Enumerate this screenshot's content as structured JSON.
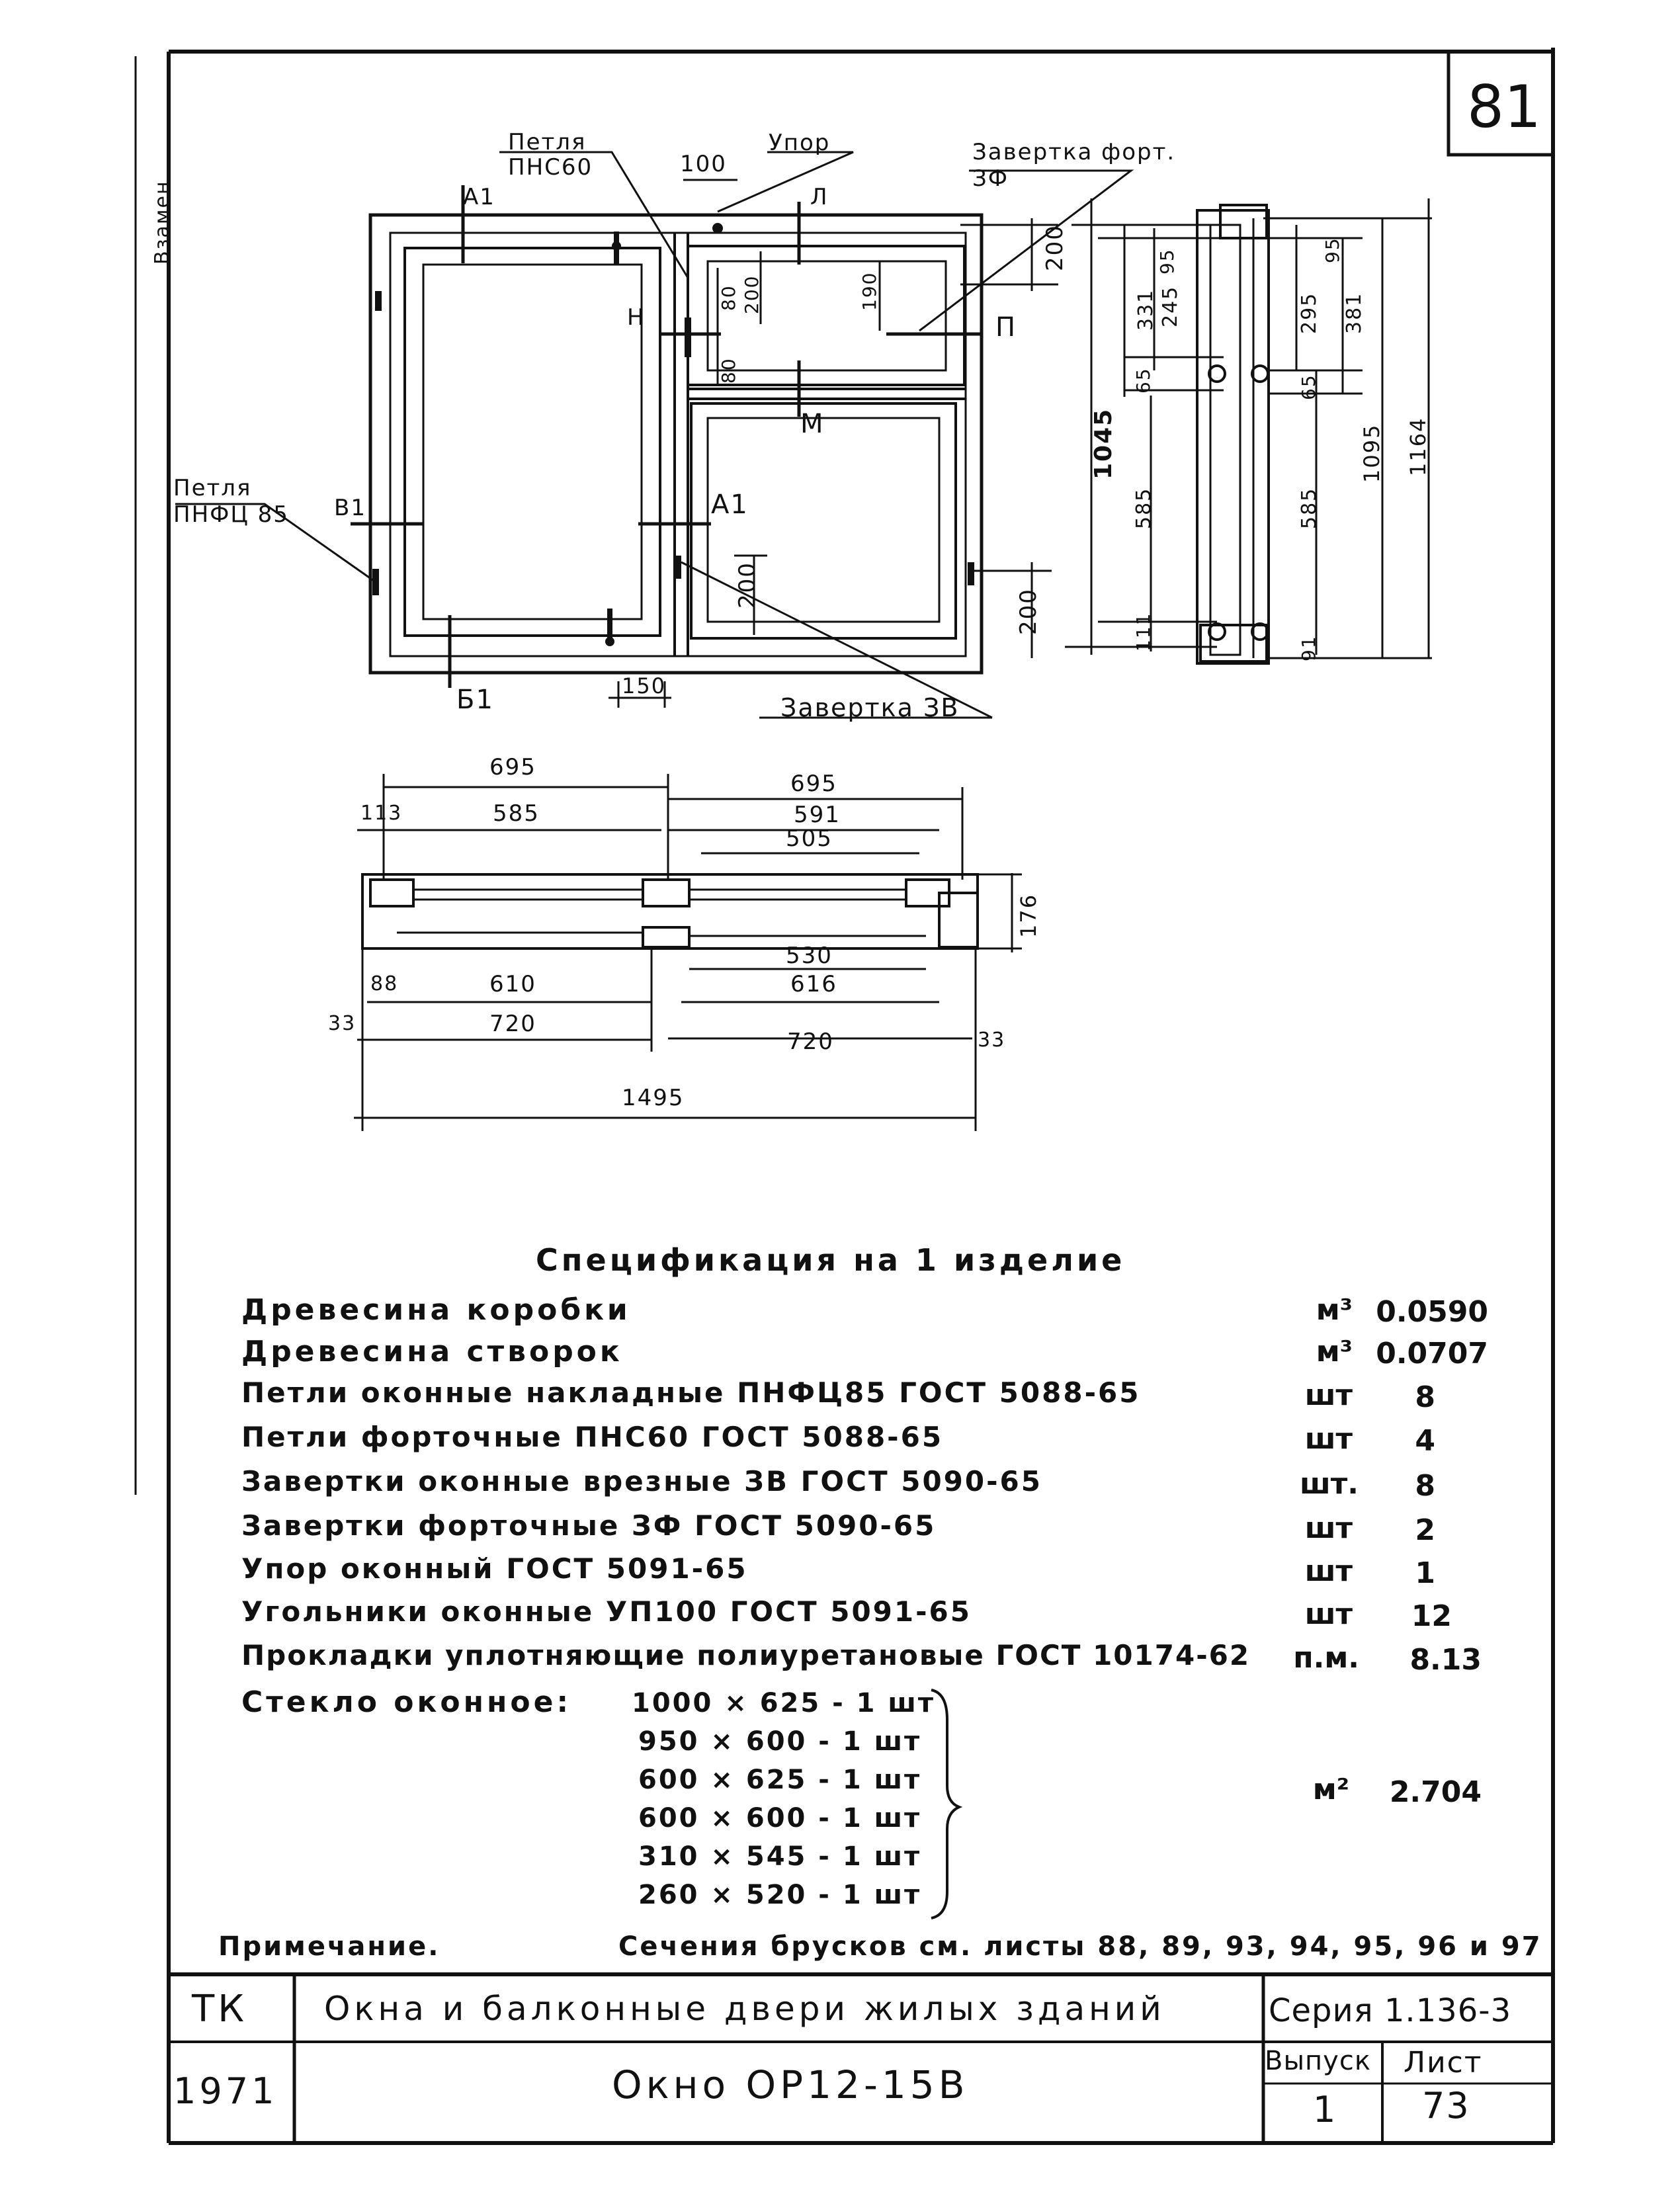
{
  "sheet_number": "81",
  "margin_note": "Взамен",
  "drawing": {
    "labels": {
      "hinge_pns": "Петля ПНС60",
      "stop": "Упор",
      "vent_latch": "Завертка форт. ЗФ",
      "hinge_pnfc": "Петля ПНФЦ 85",
      "latch_zv": "Завертка ЗВ",
      "a1_top": "А1",
      "a1_mid": "А1",
      "b1_left": "В1",
      "b1_bottom": "Б1",
      "l_mark": "Л",
      "n_mark": "Н",
      "p_mark": "П",
      "m_mark": "М"
    },
    "front_dims": [
      "100",
      "200",
      "80",
      "200",
      "190",
      "80",
      "200",
      "200",
      "150"
    ],
    "section_dims": [
      "331",
      "245",
      "95",
      "65",
      "1045",
      "585",
      "111",
      "95",
      "295",
      "381",
      "65",
      "1095",
      "1164",
      "585",
      "91"
    ],
    "plan_dims": [
      "695",
      "695",
      "113",
      "585",
      "591",
      "505",
      "176",
      "530",
      "88",
      "610",
      "616",
      "33",
      "720",
      "720",
      "33",
      "1495"
    ]
  },
  "spec": {
    "title": "Спецификация на 1 изделие",
    "rows": [
      {
        "name": "Древесина коробки",
        "unit": "м³",
        "qty": "0.0590"
      },
      {
        "name": "Древесина створок",
        "unit": "м³",
        "qty": "0.0707"
      },
      {
        "name": "Петли оконные накладные ПНФЦ85 ГОСТ 5088-65",
        "unit": "шт",
        "qty": "8"
      },
      {
        "name": "Петли форточные ПНС60 ГОСТ 5088-65",
        "unit": "шт",
        "qty": "4"
      },
      {
        "name": "Завертки оконные врезные ЗВ ГОСТ 5090-65",
        "unit": "шт.",
        "qty": "8"
      },
      {
        "name": "Завертки форточные ЗФ ГОСТ 5090-65",
        "unit": "шт",
        "qty": "2"
      },
      {
        "name": "Упор оконный ГОСТ 5091-65",
        "unit": "шт",
        "qty": "1"
      },
      {
        "name": "Угольники оконные УП100 ГОСТ 5091-65",
        "unit": "шт",
        "qty": "12"
      },
      {
        "name": "Прокладки уплотняющие полиуретановые ГОСТ 10174-62",
        "unit": "п.м.",
        "qty": "8.13"
      }
    ],
    "glass_label": "Стекло оконное:",
    "glass_items": [
      "1000 × 625 - 1 шт",
      "950 × 600 - 1 шт",
      "600 × 625 - 1 шт",
      "600 × 600 - 1 шт",
      "310 × 545 - 1 шт",
      "260 × 520 - 1 шт"
    ],
    "glass_unit": "м²",
    "glass_qty": "2.704",
    "note_label": "Примечание.",
    "note_text": "Сечения брусков см. листы 88, 89, 93, 94, 95, 96 и 97"
  },
  "title_block": {
    "org": "ТК",
    "title": "Окна и балконные двери жилых зданий",
    "series_label": "Серия 1.136-3",
    "year": "1971",
    "name": "Окно ОР12-15В",
    "issue_label": "Выпуск",
    "issue": "1",
    "sheet_label": "Лист",
    "sheet": "73"
  }
}
